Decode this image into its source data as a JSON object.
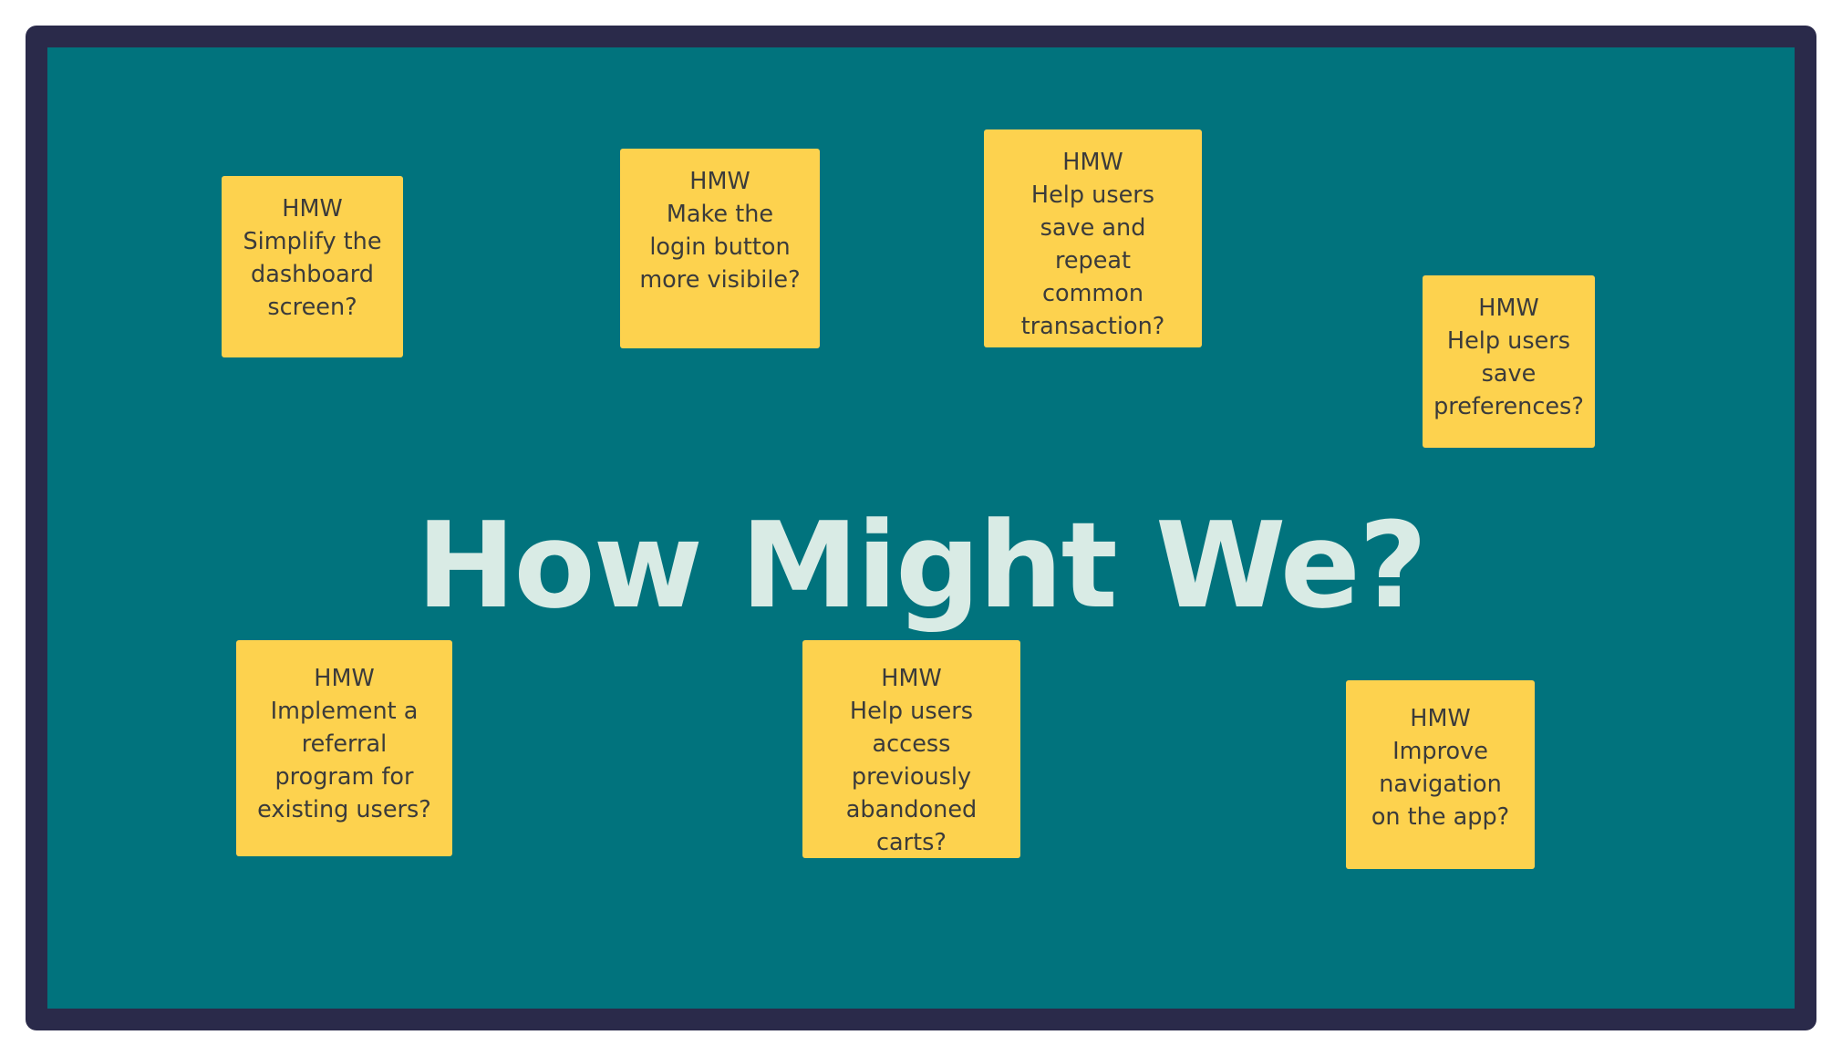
{
  "board": {
    "title": "How Might We?",
    "notes": [
      {
        "lines": [
          "HMW",
          "Simplify the",
          "dashboard",
          "screen?"
        ]
      },
      {
        "lines": [
          "HMW",
          "Make the",
          "login button",
          "more visibile?"
        ]
      },
      {
        "lines": [
          "HMW",
          "Help users",
          "save and",
          "repeat",
          "common",
          "transaction?"
        ]
      },
      {
        "lines": [
          "HMW",
          "Help users",
          "save",
          "preferences?"
        ]
      },
      {
        "lines": [
          "HMW",
          "Implement a",
          "referral",
          "program for",
          "existing users?"
        ]
      },
      {
        "lines": [
          "HMW",
          "Help users",
          "access",
          "previously",
          "abandoned",
          "carts?"
        ]
      },
      {
        "lines": [
          "HMW",
          "Improve",
          "navigation",
          "on the app?"
        ]
      }
    ]
  },
  "colors": {
    "frame": "#2a2a4a",
    "board": "#01737d",
    "note": "#fdd24e",
    "title": "#d9ebe5",
    "note_text": "#3b3b3b"
  }
}
